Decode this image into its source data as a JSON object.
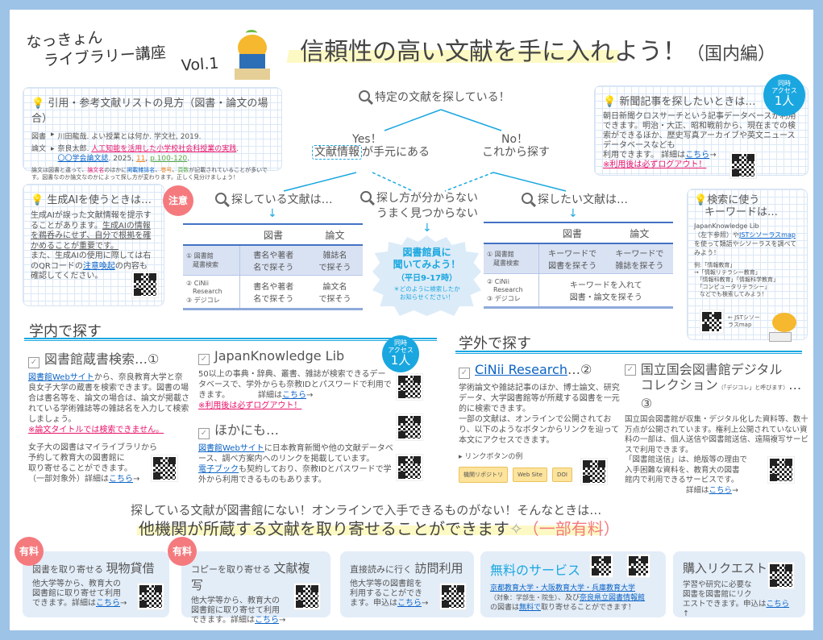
{
  "header": {
    "series_line1": "なっきょん",
    "series_line2": "ライブラリー講座",
    "vol": "Vol.1",
    "title": "信頼性の高い文献を手に入れよう！",
    "title_suffix": "（国内編）"
  },
  "citation_box": {
    "title": "引用・参考文献リストの見方（図書・論文の場合）",
    "book_label": "図書",
    "book_text": "川田龍哉. よい授業とは何か. 学文社, 2019.",
    "paper_label": "論文",
    "paper_segs": [
      {
        "t": "奈良太郎. "
      },
      {
        "t": "人工知能を活用した小学校社会科授業の実践",
        "c": "pinku"
      },
      {
        "t": ".\n"
      },
      {
        "t": "〇〇学会論文誌",
        "c": "blueu"
      },
      {
        "t": ". 2025, "
      },
      {
        "t": "11",
        "c": "orangeu"
      },
      {
        "t": ", "
      },
      {
        "t": "p.100-120",
        "c": "greenu"
      },
      {
        "t": "."
      }
    ],
    "note_segs": [
      {
        "t": "論文は図書と違って、"
      },
      {
        "t": "論文名",
        "c": "pink"
      },
      {
        "t": "のほかに"
      },
      {
        "t": "掲載雑誌名",
        "c": "blue"
      },
      {
        "t": "、"
      },
      {
        "t": "巻号",
        "c": "orange"
      },
      {
        "t": "、"
      },
      {
        "t": "頁数",
        "c": "green"
      },
      {
        "t": "が記載されていることが多いです。図書なのか論文なのかによって探し方が変わります。正しく見分けましょう！"
      }
    ]
  },
  "flow": {
    "top": "特定の文献を探している！",
    "yes": "Yes！",
    "yes_boxed": "文献情報",
    "yes_rest": "が手元にある",
    "no": "No！",
    "no_sub": "これから探す",
    "left_head": "探している文献は…",
    "mid_head": "探し方が分からない\nうまく見つからない",
    "right_head": "探したい文献は…",
    "arrow": "↓"
  },
  "news_box": {
    "title": "新聞記事を探したいときは…",
    "badge_top": "同時\nアクセス",
    "badge_num": "1人",
    "segs": [
      {
        "t": "朝日新聞クロスサーチという記事データベースが利用できます。明治・大正、昭和戦前から、現在までの検索ができるほか、歴史写真アーカイブや英文ニュースデータベースなども\n利用できます。 詳細は"
      },
      {
        "t": "こちら",
        "c": "link"
      },
      {
        "t": "→\n"
      },
      {
        "t": "※利用後は必ずログアウト！",
        "c": "warn"
      }
    ]
  },
  "ai_box": {
    "title": "生成AIを使うときは…",
    "badge": "注意",
    "segs": [
      {
        "t": "生成AIが誤った文献情報を提示することがあります。"
      },
      {
        "t": "生成AIの情報を鵜呑みにせず、自分で根拠を確かめることが重要です。",
        "c": "u"
      },
      {
        "t": "\nまた、生成AIの使用に際しては右のQRコードの"
      },
      {
        "t": "注意喚起",
        "c": "link"
      },
      {
        "t": "の内容も確認してください。"
      }
    ]
  },
  "left_table": {
    "headers": [
      "図書",
      "論文"
    ],
    "rows": [
      {
        "label": "① 図書館\n　蔵書検索",
        "book": "書名や著者\n名で探そう",
        "paper": "雑誌名\nで探そう"
      },
      {
        "label": "② CiNii\n　Research\n③ デジコレ",
        "book": "書名や著者\n名で探そう",
        "paper": "論文名\nで探そう"
      }
    ]
  },
  "right_table": {
    "headers": [
      "図書",
      "論文"
    ],
    "rows": [
      {
        "label": "① 図書館\n　蔵書検索",
        "book": "キーワードで\n図書を探そう",
        "paper": "キーワードで\n雑誌を探そう"
      },
      {
        "label": "② CiNii\n　Research\n③ デジコレ",
        "merged": "キーワードを入れて\n図書・論文を探そう"
      }
    ]
  },
  "ask_librarian": {
    "title": "図書館員に\n聞いてみよう！",
    "hours": "（平日9-17時）",
    "note": "＊どのように検索したか\nお知らせください！"
  },
  "keyword_box": {
    "title": "検索に使う\n　キーワードは…",
    "segs": [
      {
        "t": "JapanKnowledge Lib\n（左下参照）や"
      },
      {
        "t": "JSTシソーラスmap",
        "c": "link"
      },
      {
        "t": "を使って類語やシソーラスを調べてみよう！"
      }
    ],
    "example": "例:「情報教育」\n→「情報リテラシー教育」\n　「情報科教育」「情報科学教育」\n　「コンピュータリテラシー」\n　などでも検索してみよう！",
    "qr_caption": "← JSTシソー\nラスmap"
  },
  "campus": {
    "heading": "学内で探す",
    "opac": {
      "title": "図書館蔵書検索…①",
      "segs": [
        {
          "t": "図書館Webサイト",
          "c": "link"
        },
        {
          "t": "から、奈良教育大学と奈良女子大学の蔵書を検索できます。図書の場合は書名等を、論文の場合は、論文が掲載されている学術雑誌等の雑誌名を入力して検索しましょう。\n"
        },
        {
          "t": "※論文タイトルでは検索できません。",
          "c": "warn"
        }
      ],
      "segs2": [
        {
          "t": "女子大の図書はマイライブラリから\n予約して教育大の図書館に\n取り寄せることができます。\n（一部対象外）詳細は"
        },
        {
          "t": "こちら",
          "c": "link"
        },
        {
          "t": "→"
        }
      ]
    },
    "jk": {
      "title": "JapanKnowledge Lib",
      "badge_top": "同時\nアクセス",
      "badge_num": "1人",
      "segs": [
        {
          "t": "50以上の事典・辞典、叢書、雑誌が検索できるデータベースで、学外からも奈教IDとパスワードで利用できます。　　　　詳細は"
        },
        {
          "t": "こちら",
          "c": "link"
        },
        {
          "t": "→\n"
        },
        {
          "t": "※利用後は必ずログアウト！",
          "c": "warn"
        }
      ]
    },
    "other": {
      "title": "ほかにも…",
      "segs": [
        {
          "t": "図書館Webサイト",
          "c": "link"
        },
        {
          "t": "に日本教育新聞や他の文献データベース、調べ方案内へのリンクを掲載しています。\n"
        },
        {
          "t": "電子ブック",
          "c": "link"
        },
        {
          "t": "も契約しており、奈教IDとパスワードで学外から利用できるものもあります。"
        }
      ]
    }
  },
  "offcampus": {
    "heading": "学外で探す",
    "cinii": {
      "title": "CiNii Research",
      "suffix": "…②",
      "body": "学術論文や雑誌記事のほか、博士論文、研究データ、大学図書館等が所蔵する図書を一元的に検索できます。\n一部の文献は、オンラインで公開されており、以下のようなボタンからリンクを辿って本文にアクセスできます。",
      "buttons_label": "▸ リンクボタンの例",
      "buttons": [
        "機関リポジトリ",
        "Web Site",
        "DOI"
      ]
    },
    "ndl": {
      "title": "国立国会図書館デジタル\nコレクション",
      "title_note": "（「デジコレ」と呼びます）",
      "suffix": "…③",
      "segs": [
        {
          "t": "国立国会図書館が収集・デジタル化した資料等、数十万点が公開されています。権利上公開されていない資料の一部は、個人送信や図書館送信、遠隔複写サービスで利用できます。\n「図書館送信」は、絶版等の理由で\n入手困難な資料を、教育大の図書\n館内で利用できるサービスです。\n　　　　　　　　詳細は"
        },
        {
          "t": "こちら",
          "c": "link"
        },
        {
          "t": "→"
        }
      ]
    }
  },
  "banner": {
    "line1": "探している文献が図書館にない！オンラインで入手できるものがない！そんなときは…",
    "line2": "他機関が所蔵する文献を取り寄せることができます",
    "paid_note": "（一部有料）"
  },
  "cards": [
    {
      "badge": "有料",
      "pre": "図書を取り寄せる",
      "title": "現物貸借",
      "segs": [
        {
          "t": "他大学等から、教育大の\n図書館に取り寄せて利用\nできます。詳細は"
        },
        {
          "t": "こちら",
          "c": "link"
        },
        {
          "t": "→"
        }
      ]
    },
    {
      "badge": "有料",
      "pre": "コピーを取り寄せる",
      "title": "文献複写",
      "segs": [
        {
          "t": "他大学等から、教育大の\n図書館に取り寄せて利用\nできます。詳細は"
        },
        {
          "t": "こちら",
          "c": "link"
        },
        {
          "t": "→"
        }
      ]
    },
    {
      "pre": "直接読みに行く",
      "title": "訪問利用",
      "segs": [
        {
          "t": "他大学等の図書館を\n利用することができ\nます。申込は"
        },
        {
          "t": "こちら",
          "c": "link"
        },
        {
          "t": "→"
        }
      ]
    },
    {
      "title": "無料のサービス",
      "segs": [
        {
          "t": "京都教育大学・大阪教育大学・兵庫教育大学",
          "c": "link"
        },
        {
          "t": "\n"
        },
        {
          "t": "（対象：学部生・院生）",
          "c": "sm"
        },
        {
          "t": "、及び"
        },
        {
          "t": "奈良県立図書情報館",
          "c": "link"
        },
        {
          "t": "\nの図書は"
        },
        {
          "t": "無料で",
          "c": "link"
        },
        {
          "t": "取り寄せることができます！"
        }
      ]
    },
    {
      "title": "購入リクエスト",
      "segs": [
        {
          "t": "学習や研究に必要な\n図書を図書館にリク\nエストできます。申込は"
        },
        {
          "t": "こちら",
          "c": "link"
        },
        {
          "t": "↑"
        }
      ]
    }
  ],
  "colors": {
    "accent": "#1aa7e0",
    "link": "#0b63c5",
    "warning": "#e8156b",
    "frame": "#9dc3e6",
    "paid": "#f47a7e",
    "highlight": "#fdf9c4"
  }
}
